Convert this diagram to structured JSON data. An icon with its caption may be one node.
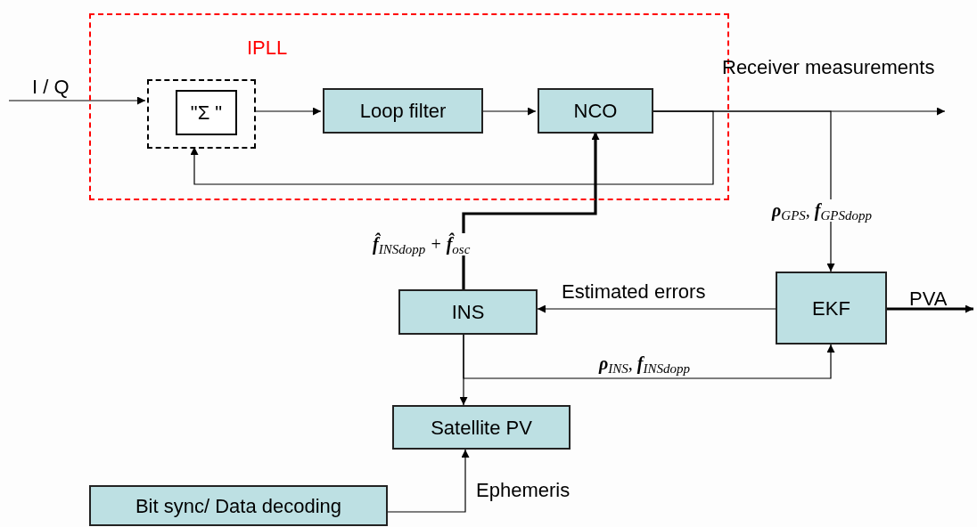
{
  "diagram": {
    "nodes": [
      {
        "text": [
          "IPLL"
        ]
      },
      {
        "text": [],
        "shape": "box",
        "in": 0
      },
      {
        "text": [
          "\"Σ \""
        ],
        "in": 1
      },
      {
        "text": [
          "Loop filter"
        ],
        "in": 0
      },
      {
        "text": [
          "NCO"
        ],
        "in": 0
      },
      {
        "text": [
          "INS"
        ]
      },
      {
        "text": [
          "EKF"
        ]
      },
      {
        "text": [
          "Satellite PV"
        ]
      },
      {
        "text": [
          "Bit sync/ Data decoding"
        ]
      }
    ],
    "edges": [
      {
        "from": null,
        "to": 1,
        "arrow": "to",
        "label": "I / Q"
      },
      {
        "from": 1,
        "to": 3,
        "arrow": "to"
      },
      {
        "from": 3,
        "to": 4,
        "arrow": "to"
      },
      {
        "from": 4,
        "to": null,
        "arrow": "to",
        "label": "Receiver measurements"
      },
      {
        "from": 4,
        "to": 1,
        "arrow": "to"
      },
      {
        "from": 5,
        "to": 4,
        "arrow": "to",
        "style": "thick",
        "label": "**f̂**$_{INSdopp}$ + **f̂**$_{osc}$"
      },
      {
        "from": 4,
        "to": 6,
        "arrow": "to",
        "label": "**ρ**$_{GPS}$, **f**$_{GPSdopp}$"
      },
      {
        "from": 6,
        "to": 5,
        "arrow": "to",
        "label": "Estimated errors"
      },
      {
        "from": 6,
        "to": null,
        "arrow": "to",
        "style": "thick",
        "label": "PVA"
      },
      {
        "from": 5,
        "to": 6,
        "arrow": "to",
        "label": "**ρ**$_{INS}$, **f**$_{INSdopp}$"
      },
      {
        "from": 5,
        "to": 7,
        "arrow": "to"
      },
      {
        "from": 8,
        "to": 7,
        "arrow": "to",
        "label": "Ephemeris"
      }
    ]
  }
}
